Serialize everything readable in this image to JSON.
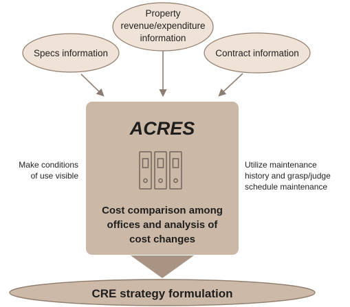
{
  "inputs": {
    "specs": {
      "label": "Specs information"
    },
    "property": {
      "lines": [
        "Property",
        "revenue/expenditure",
        "information"
      ]
    },
    "contract": {
      "label": "Contract information"
    }
  },
  "center": {
    "title": "ACRES",
    "description_lines": [
      "Cost comparison among",
      "offices and analysis of",
      "cost changes"
    ]
  },
  "side_left": {
    "lines": [
      "Make conditions",
      "of use visible"
    ]
  },
  "side_right": {
    "lines": [
      "Utilize maintenance",
      "history and grasp/judge",
      "schedule maintenance"
    ]
  },
  "output": {
    "label": "CRE strategy formulation"
  },
  "icons": {
    "center_icon": "binders-icon",
    "connector": "arrow-icon",
    "flow": "down-arrow-icon"
  },
  "colors": {
    "ellipse_fill": "#efe2d6",
    "ellipse_stroke": "#8f7b6a",
    "center_fill": "#ccb8a6",
    "arrow": "#8c7d72",
    "big_arrow": "#a99483",
    "bottom_fill": "#cdb9a7",
    "bottom_stroke": "#8f7b6a"
  }
}
